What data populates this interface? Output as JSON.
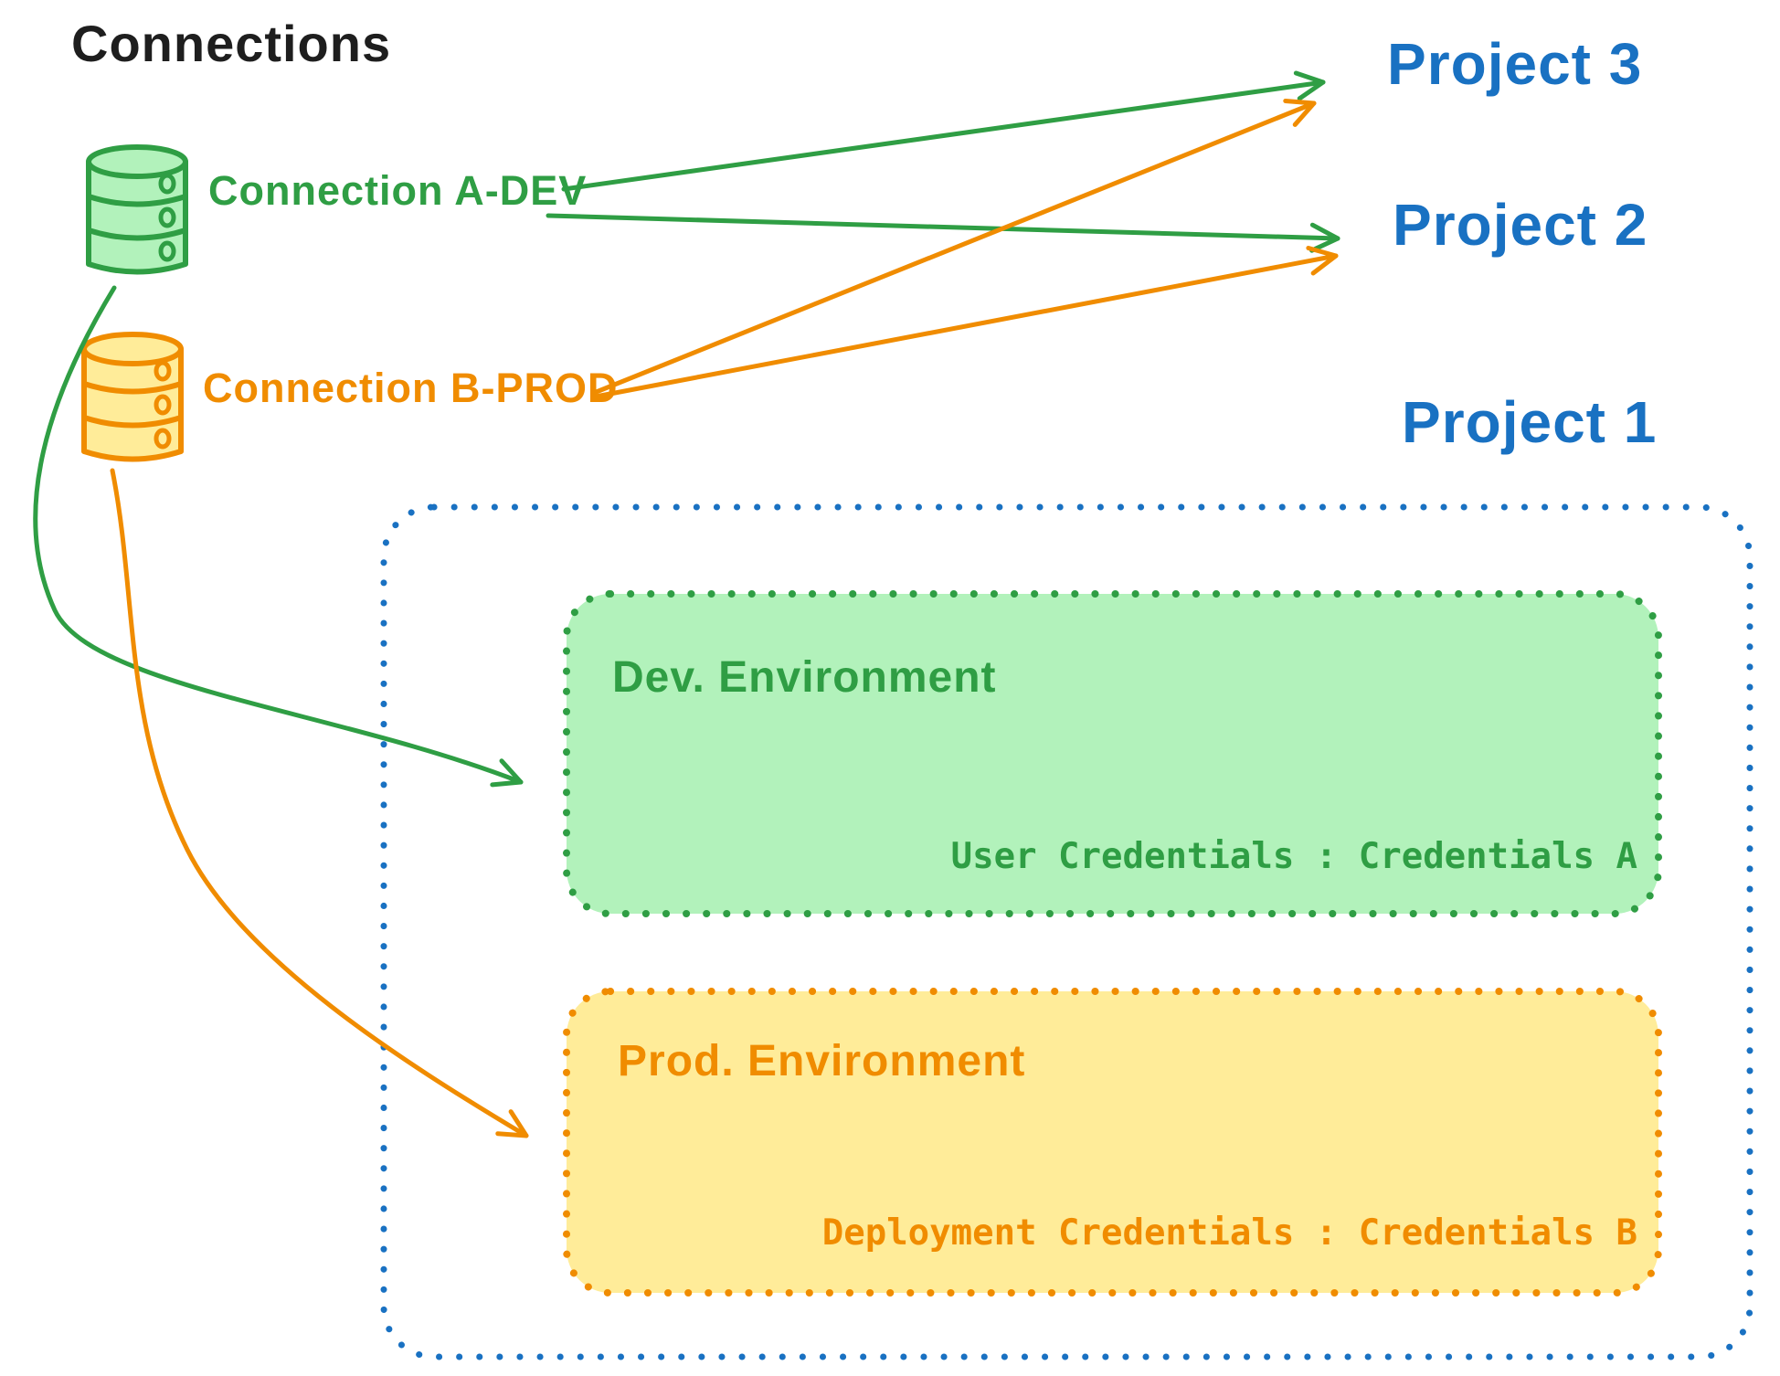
{
  "palette": {
    "ink": "#1e1e1e",
    "green": "#2f9e44",
    "green_fill": "#b2f2bb",
    "orange": "#f08c00",
    "orange_fill": "#ffec99",
    "blue": "#1971c2"
  },
  "header": {
    "title": "Connections"
  },
  "connections": [
    {
      "label": "Connection A-DEV",
      "icon": "database-icon",
      "color": "#2f9e44"
    },
    {
      "label": "Connection B-PROD",
      "icon": "database-icon",
      "color": "#f08c00"
    }
  ],
  "projects": [
    {
      "label": "Project 3"
    },
    {
      "label": "Project 2"
    },
    {
      "label": "Project 1"
    }
  ],
  "project1_detail": {
    "environments": [
      {
        "title": "Dev. Environment",
        "credentials": "User Credentials : Credentials A"
      },
      {
        "title": "Prod. Environment",
        "credentials": "Deployment Credentials : Credentials B"
      }
    ]
  },
  "edges": [
    {
      "from": "Connection A-DEV",
      "to": "Project 3",
      "color": "#2f9e44",
      "style": "straight"
    },
    {
      "from": "Connection A-DEV",
      "to": "Project 2",
      "color": "#2f9e44",
      "style": "straight"
    },
    {
      "from": "Connection B-PROD",
      "to": "Project 3",
      "color": "#f08c00",
      "style": "straight"
    },
    {
      "from": "Connection B-PROD",
      "to": "Project 2",
      "color": "#f08c00",
      "style": "straight"
    },
    {
      "from": "Connection A-DEV",
      "to": "Dev. Environment",
      "color": "#2f9e44",
      "style": "curved"
    },
    {
      "from": "Connection B-PROD",
      "to": "Prod. Environment",
      "color": "#f08c00",
      "style": "curved"
    }
  ]
}
